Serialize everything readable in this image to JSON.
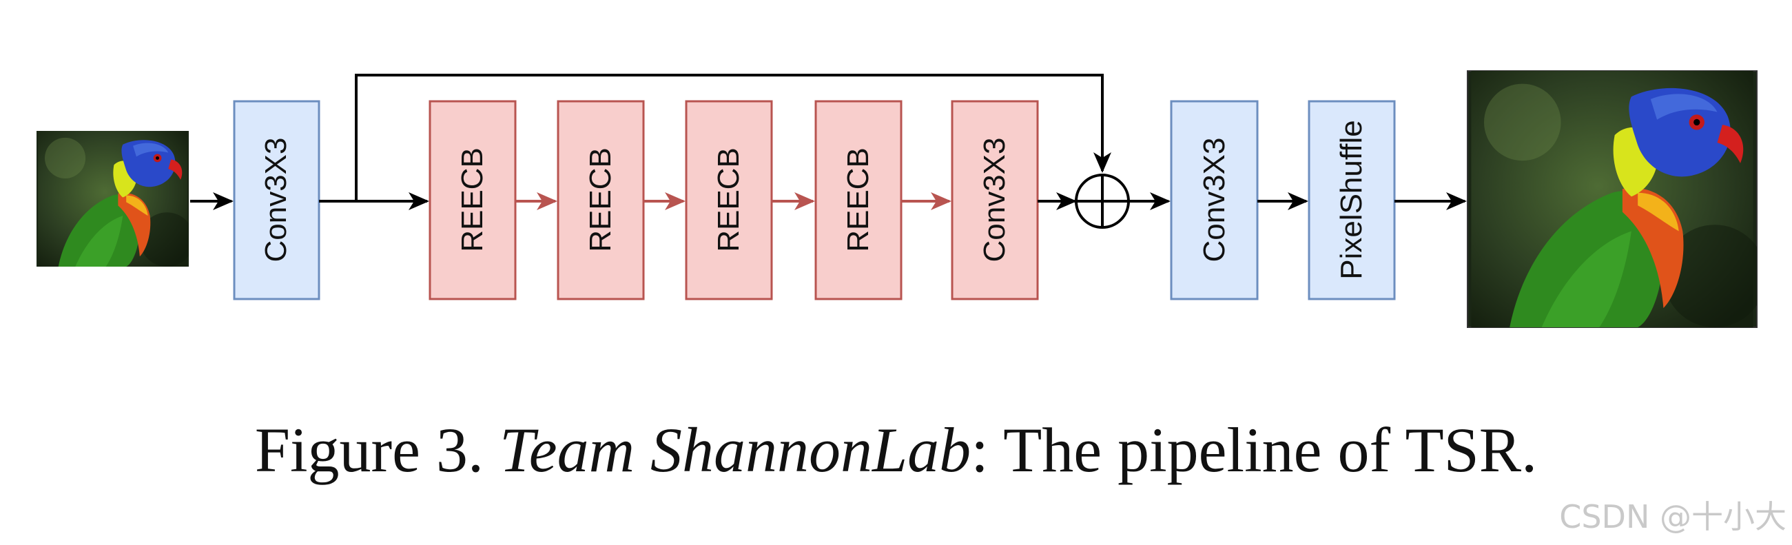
{
  "figure": {
    "blocks": {
      "conv_in": "Conv3X3",
      "reecb_1": "REECB",
      "reecb_2": "REECB",
      "reecb_3": "REECB",
      "reecb_4": "REECB",
      "conv_mid": "Conv3X3",
      "conv_out": "Conv3X3",
      "pixel_shuffle": "PixelShuffle"
    },
    "colors": {
      "blue_fill": "#dae8fc",
      "blue_stroke": "#6c8ebf",
      "red_fill": "#f8cecc",
      "red_stroke": "#b85450",
      "red_arrow": "#b85450",
      "black_arrow": "#000000"
    },
    "icons": {
      "input_image": "parrot-low-res-image",
      "output_image": "parrot-high-res-image",
      "adder": "circle-plus-icon"
    }
  },
  "caption": {
    "prefix": "Figure 3. ",
    "team": "Team ShannonLab",
    "suffix": ": The pipeline of TSR."
  },
  "watermark": "CSDN @十小大"
}
